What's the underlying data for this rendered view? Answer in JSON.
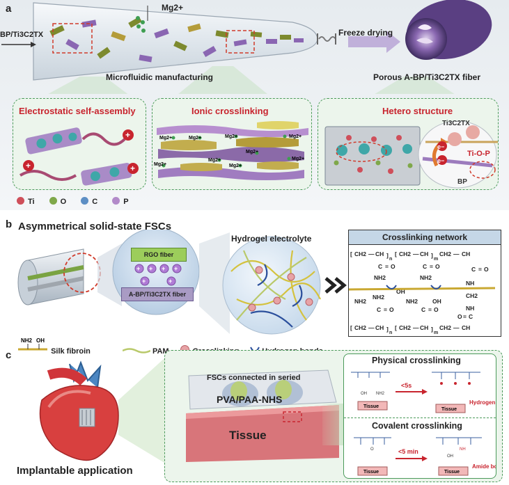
{
  "panel_a": {
    "label": "a",
    "ion": "Mg2+",
    "input": "BP/Ti3C2TX",
    "manufacturing": "Microfluidic manufacturing",
    "freeze": "Freeze drying",
    "fiber": "Porous A-BP/Ti3C2TX fiber",
    "box1": "Electrostatic self-assembly",
    "box2": "Ionic crosslinking",
    "box3": "Hetero structure",
    "mg_labels": [
      "Mg2+",
      "Mg2+",
      "Mg2+",
      "Mg2+",
      "Mg2+",
      "Mg2+",
      "Mg2+",
      "Mg2+",
      "Mg2+"
    ],
    "hetero_ti3c2tx": "Ti3C2TX",
    "hetero_electron": "e−",
    "hetero_tiop": "Ti-O-P",
    "hetero_bp": "BP",
    "legend": [
      {
        "label": "Ti",
        "color": "#cf4f5a"
      },
      {
        "label": "O",
        "color": "#7fa84a"
      },
      {
        "label": "C",
        "color": "#5d8fc4"
      },
      {
        "label": "P",
        "color": "#b28ac9"
      }
    ]
  },
  "panel_b": {
    "label": "b",
    "title": "Asymmetrical solid-state FSCs",
    "rgo": "RGO fiber",
    "abp": "A-BP/Ti3C2TX fiber",
    "hydrogel": "Hydrogel electrolyte",
    "network_title": "Crosslinking network",
    "legend_silk": "Silk fibroin",
    "legend_pam": "PAM",
    "legend_cross": "Crosslinking",
    "legend_hbond": "Hydrogen bonds",
    "silk_groups": [
      "NH2",
      "OH"
    ],
    "chem": {
      "ch2": "CH2",
      "ch": "CH",
      "c": "C",
      "o": "O",
      "nh2": "NH2",
      "oh": "OH",
      "nh": "NH",
      "n": "n",
      "m": "m"
    }
  },
  "panel_c": {
    "label": "c",
    "implant": "Implantable application",
    "fscs": "FSCs connected in seried",
    "pva": "PVA/PAA-NHS",
    "tissue": "Tissue",
    "phys_title": "Physical crosslinking",
    "phys_time": "<5s",
    "phys_bond": "Hydrogen bonds",
    "cov_title": "Covalent crosslinking",
    "cov_time": "<5 min",
    "cov_bond": "Amide bonds",
    "tissue_small": [
      "Tissue",
      "Tissue",
      "Tissue",
      "Tissue"
    ],
    "chem": {
      "nh2": "NH2",
      "oh": "OH",
      "nh": "NH",
      "oh2": "OH",
      "o": "O"
    }
  }
}
